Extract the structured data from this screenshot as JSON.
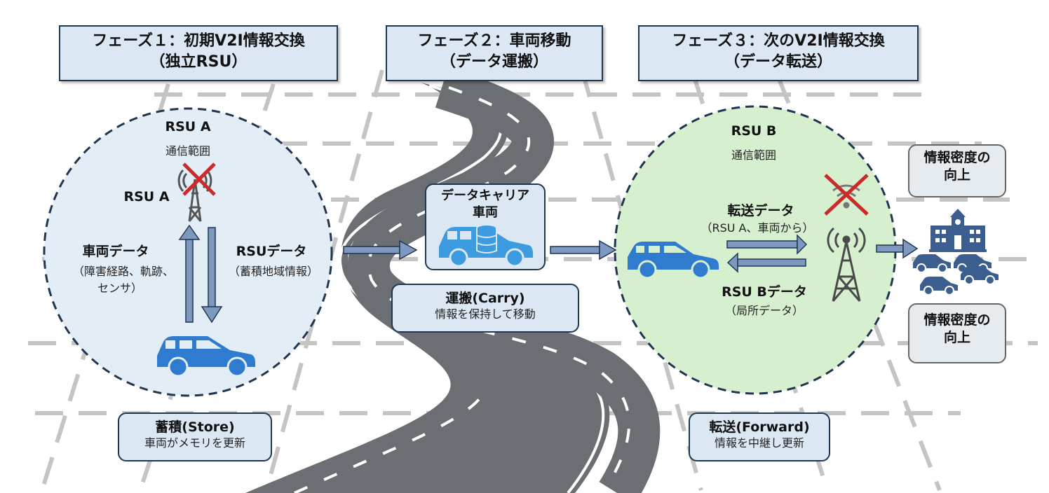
{
  "phases": [
    {
      "title": "フェーズ１：初期V2I情報交換",
      "subtitle": "（独立RSU）"
    },
    {
      "title": "フェーズ２：車両移動",
      "subtitle": "（データ運搬）"
    },
    {
      "title": "フェーズ３：次のV2I情報交換",
      "subtitle": "（データ転送）"
    }
  ],
  "rsu_a": {
    "zone_title": "RSU A",
    "zone_subtitle": "通信範囲",
    "tower_label": "RSU A",
    "vehicle_data_title": "車両データ",
    "vehicle_data_detail_1": "（障害経路、軌跡、",
    "vehicle_data_detail_2": "センサ）",
    "rsu_data_title": "RSUデータ",
    "rsu_data_detail": "（蓄積地域情報）"
  },
  "store": {
    "title": "蓄積(Store)",
    "detail": "車両がメモリを更新"
  },
  "carrier": {
    "title_1": "データキャリア",
    "title_2": "車両"
  },
  "carry": {
    "title": "運搬(Carry)",
    "detail": "情報を保持して移動"
  },
  "rsu_b": {
    "zone_title": "RSU B",
    "zone_subtitle": "通信範囲",
    "forward_data_title": "転送データ",
    "forward_data_detail": "（RSU A、車両から）",
    "local_data_title": "RSU Bデータ",
    "local_data_detail": "（局所データ）"
  },
  "forward": {
    "title": "転送(Forward)",
    "detail": "情報を中継し更新"
  },
  "outcome": {
    "top_1": "情報密度の",
    "top_2": "向上",
    "bottom_1": "情報密度の",
    "bottom_2": "向上"
  },
  "colors": {
    "phase_box_bg": "#dbe8f4",
    "border_dark": "#1f3550",
    "zone_a_fill": "#e3edf5",
    "zone_b_fill": "#d6f0cf",
    "car_blue": "#2f7bcf",
    "carrier_blue": "#3d9be0",
    "arrow_fill": "#7f98bf",
    "cross_red": "#cc2a2a",
    "road_gray": "#6b6e72",
    "grid_gray": "#c4c4c4",
    "icon_navy": "#3b5e8f"
  }
}
